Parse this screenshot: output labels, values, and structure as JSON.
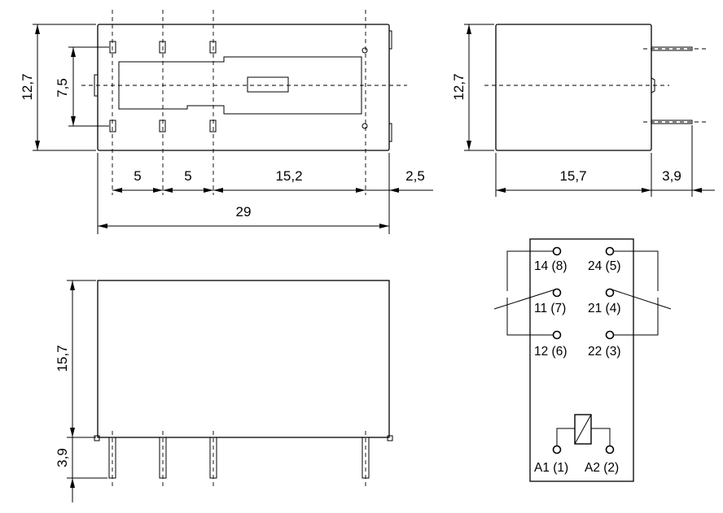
{
  "top_view": {
    "height": "12,7",
    "pin_row_spacing": "7,5",
    "pitch_1": "5",
    "pitch_2": "5",
    "pitch_3": "15,2",
    "offset": "2,5",
    "length": "29"
  },
  "side_view": {
    "height": "12,7",
    "width": "15,7",
    "pin_length": "3,9"
  },
  "front_view": {
    "body_height": "15,7",
    "pin_length": "3,9"
  },
  "schematic": {
    "terminal_14": "14 (8)",
    "terminal_24": "24 (5)",
    "terminal_11": "11 (7)",
    "terminal_21": "21 (4)",
    "terminal_12": "12 (6)",
    "terminal_22": "22 (3)",
    "coil_a1": "A1 (1)",
    "coil_a2": "A2 (2)"
  }
}
